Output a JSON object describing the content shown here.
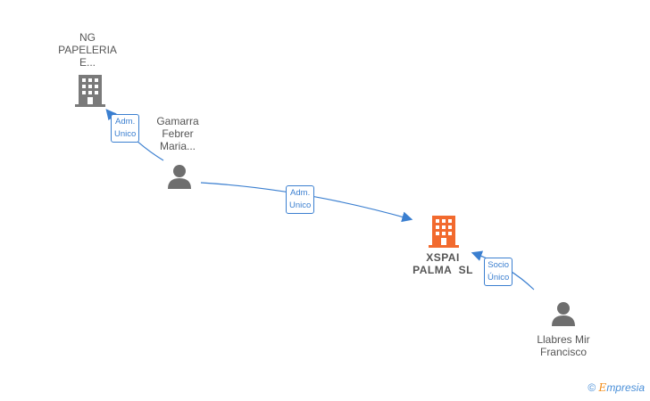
{
  "nodes": {
    "ng_papeleria": {
      "label_lines": [
        "NG",
        "PAPELERIA",
        "E..."
      ]
    },
    "gamarra": {
      "label_lines": [
        "Gamarra",
        "Febrer",
        "Maria..."
      ]
    },
    "xspai": {
      "label_lines": [
        "XSPAI",
        "PALMA  SL"
      ]
    },
    "llabres": {
      "label_lines": [
        "Llabres Mir",
        "Francisco"
      ]
    }
  },
  "edges": {
    "gamarra_to_ng": {
      "label": "Adm.\nUnico"
    },
    "gamarra_to_xspai": {
      "label": "Adm.\nUnico"
    },
    "llabres_to_xspai": {
      "label": "Socio\nÚnico"
    }
  },
  "colors": {
    "company_gray": "#7a7a7a",
    "company_main": "#f26a2e",
    "person": "#6e6e6e",
    "edge": "#3b7fd0"
  },
  "footer": {
    "copyright_symbol": "©",
    "brand_initial": "E",
    "brand_rest": "mpresia"
  }
}
